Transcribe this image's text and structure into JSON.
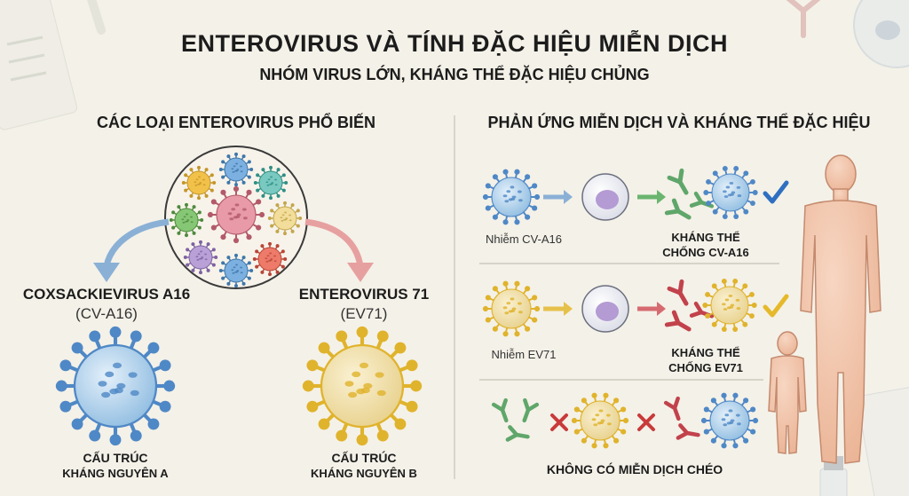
{
  "header": {
    "title": "ENTEROVIRUS VÀ TÍNH ĐẶC HIỆU MIỄN DỊCH",
    "subtitle": "NHÓM VIRUS LỚN, KHÁNG THỂ ĐẶC HIỆU CHỦNG"
  },
  "left": {
    "heading": "CÁC LOẠI ENTEROVIRUS PHỔ BIẾN",
    "virus_a": {
      "name": "COXSACKIEVIRUS A16",
      "abbr": "(CV-A16)",
      "caption_line1": "CẤU TRÚC",
      "caption_line2": "KHÁNG NGUYÊN A"
    },
    "virus_b": {
      "name": "ENTEROVIRUS 71",
      "abbr": "(EV71)",
      "caption_line1": "CẤU TRÚC",
      "caption_line2": "KHÁNG NGUYÊN B"
    }
  },
  "right": {
    "heading": "PHẢN ỨNG MIỄN DỊCH VÀ KHÁNG THỂ ĐẶC HIỆU",
    "row1": {
      "infection": "Nhiễm CV-A16",
      "antibody_line1": "KHÁNG THỂ",
      "antibody_line2": "CHỐNG CV-A16"
    },
    "row2": {
      "infection": "Nhiễm EV71",
      "antibody_line1": "KHÁNG THỂ",
      "antibody_line2": "CHỐNG EV71"
    },
    "row3": {
      "label": "KHÔNG CÓ MIỄN DỊCH CHÉO"
    }
  },
  "icons": {
    "virus_a": "blue-virus-icon",
    "virus_b": "yellow-virus-icon",
    "immune_cell": "immune-cell-icon",
    "antibody_a": "green-antibody-icon",
    "antibody_b": "red-antibody-icon",
    "check": "check-icon",
    "cross": "cross-icon",
    "adult": "adult-silhouette",
    "child": "child-silhouette"
  },
  "colors": {
    "virus_a": "#7fb1d9",
    "virus_b": "#ecd58e",
    "antibody_a": "#5fa66a",
    "antibody_b": "#c2424c",
    "check_a": "#2f6fc1",
    "check_b": "#e6b92a",
    "cross": "#c93a3a",
    "skin": "#f2c4a8"
  }
}
